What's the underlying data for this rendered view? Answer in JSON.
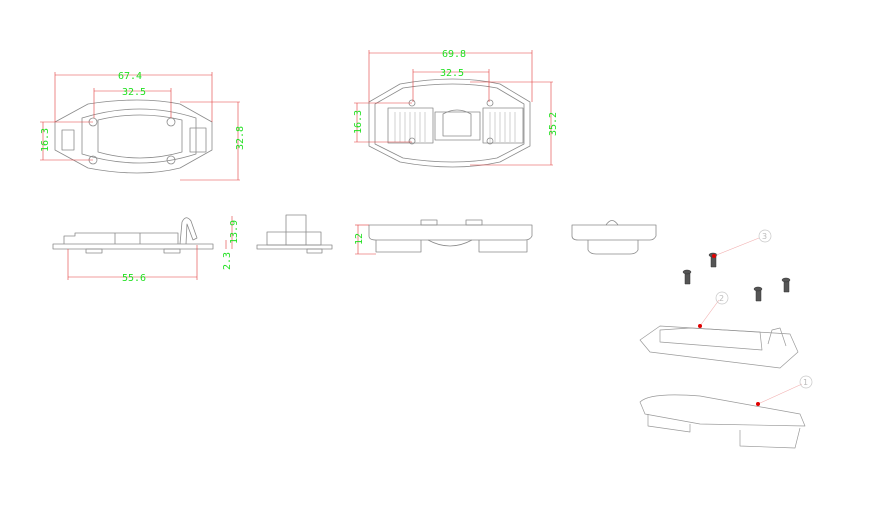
{
  "drawing": {
    "colors": {
      "outline": "#8a8a8a",
      "dimension_line": "#e23b3b",
      "dimension_text": "#22e022",
      "callout": "#bbbbbb",
      "leader_dot": "#e00000"
    },
    "view_left_top": {
      "width": "67.4",
      "hole_spacing": "32.5",
      "hole_vertical": "16.3",
      "height": "32.8"
    },
    "view_right_top": {
      "width": "69.8",
      "hole_spacing": "32.5",
      "hole_vertical": "16.3",
      "height": "35.2"
    },
    "view_left_side": {
      "length": "55.6",
      "height": "13.9",
      "base": "2.3"
    },
    "view_right_side": {
      "height": "12"
    },
    "exploded": {
      "callouts": [
        "1",
        "2",
        "3"
      ]
    }
  }
}
